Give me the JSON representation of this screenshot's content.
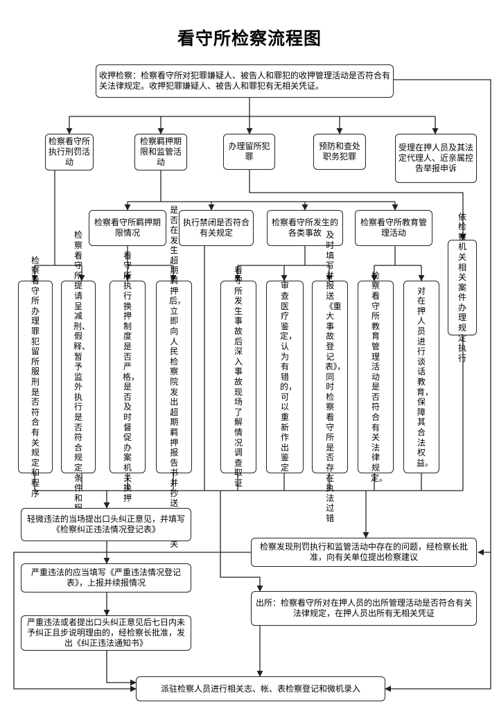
{
  "title": "看守所检察流程图",
  "nodes": {
    "intake": "收押检察：检察看守所对犯罪嫌疑人、被告人和罪犯的收押管理活动是否符合有关法律规定。收押犯罪嫌疑人、被告人和罪犯有无相关凭证。",
    "r1_penalty": "检察看守所执行刑罚活动",
    "r1_custody": "检察羁押期限和监管活动",
    "r1_crime": "办理留所犯罪",
    "r1_prevent": "预防和查处职务犯罪",
    "r1_complaint": "受理在押人员及其法定代理人、近亲属控告举报申诉",
    "r2_term": "检察看守所羁押期限情况",
    "r2_ban": "执行禁闭是否符合有关规定",
    "r2_accident": "检察看守所发生的各类事故",
    "r2_edu": "检察看守所教育管理活动",
    "side_law": "依检察机关相关案件办理规定执行",
    "v1": "检察看守所办理罪犯留所服刑是否符合有关规定和程序",
    "v2": "检察看守所提请呈减刑、假释、暂予监外执行是否符合规定条件和程序",
    "v3": "看守所执行换押制度是否严格，是否及时督促办案机关换押",
    "v4": "是否在发生超期羁押后，立即向人民检察院发出超期羁押报告书并抄送办案机关",
    "v5": "看守所发生事故后深入事故现场了解情况调查取证",
    "v6": "审查医疗鉴定，认为有错的，可以重新作出鉴定",
    "v7": "及时填写并报送《重大事故登记表》，同时检察看守所是否存在执法过错",
    "v8": "检察看守所教育管理活动是否符合有关法律规定。",
    "v9": "对在押人员进行谈话教育，保障其合法权益。",
    "minor": "轻微违法的当场提出口头纠正意见，并填写《检察纠正违法情况登记表》",
    "serious": "严重违法的应当填写《严重违法情况登记表》，上报并续报情况",
    "notice": "严重违法或者提出口头纠正意见后七日内未予纠正且步说明理由的，经检察长批准，发出《纠正违法通知书》",
    "suggest": "检察发现刑罚执行和监管活动中存在的问题，经检察长批准，向有关单位提出检察建议",
    "release": "出所：检察看守所对在押人员的出所管理活动是否符合有关法律规定，在押人员出所有无相关凭证",
    "record": "派驻检察人员进行相关志、帐、表检察登记和微机录入"
  }
}
